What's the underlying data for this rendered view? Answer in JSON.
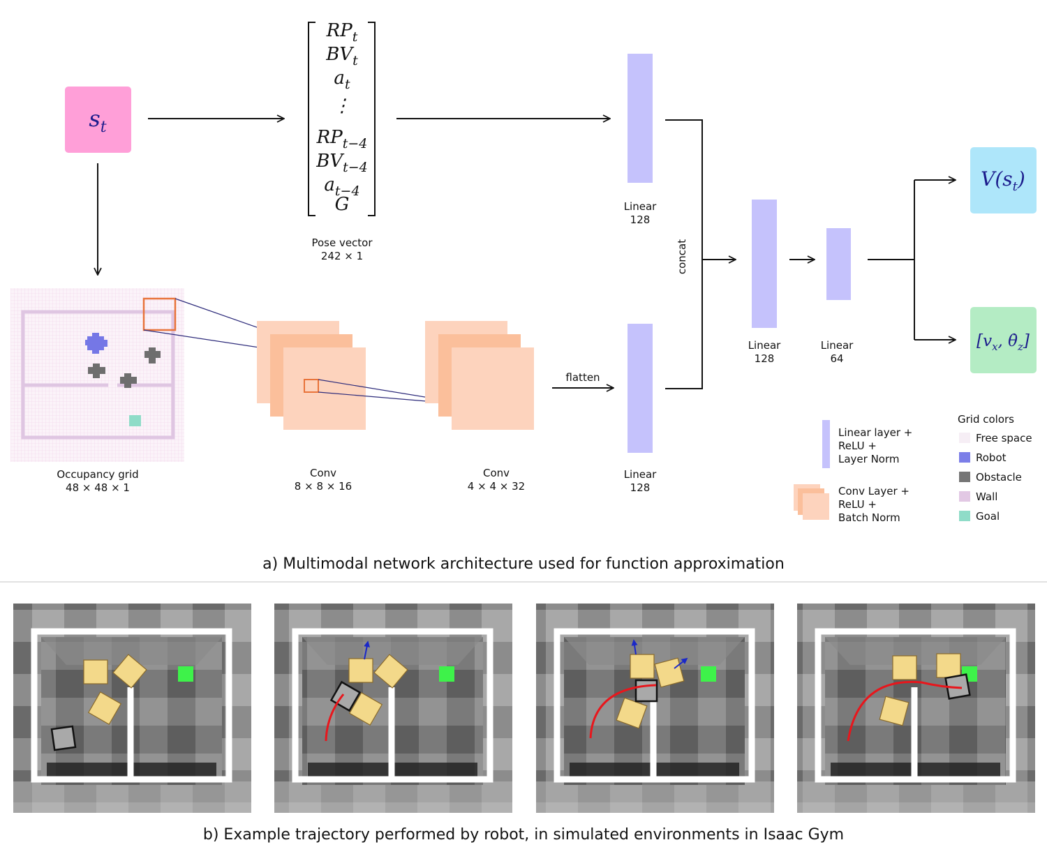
{
  "state_box": {
    "symbol": "s",
    "sub": "t",
    "color": "#ff9fd8"
  },
  "pose_vector": {
    "rows": [
      {
        "main": "RP",
        "sub": "t"
      },
      {
        "main": "BV",
        "sub": "t"
      },
      {
        "main": "a",
        "sub": "t"
      },
      {
        "main": "⋮",
        "sub": ""
      },
      {
        "main": "RP",
        "sub": "t−4"
      },
      {
        "main": "BV",
        "sub": "t−4"
      },
      {
        "main": "a",
        "sub": "t−4"
      },
      {
        "main": "G",
        "sub": ""
      }
    ],
    "label": "Pose vector",
    "dims": "242 × 1"
  },
  "occupancy_grid": {
    "label": "Occupancy grid",
    "dims": "48 × 48 × 1"
  },
  "conv1": {
    "label": "Conv",
    "dims": "8 × 8 × 16"
  },
  "conv2": {
    "label": "Conv",
    "dims": "4 × 4 × 32"
  },
  "flatten_label": "flatten",
  "concat_label": "concat",
  "linear_top": {
    "label": "Linear",
    "dims": "128"
  },
  "linear_bottom": {
    "label": "Linear",
    "dims": "128"
  },
  "linear_mid": {
    "label": "Linear",
    "dims": "128"
  },
  "linear_small": {
    "label": "Linear",
    "dims": "64"
  },
  "output_value": {
    "text": "V(s",
    "sub": "t",
    "close": ")",
    "color": "#aee6fa"
  },
  "output_action": {
    "text": "[v",
    "sub1": "x",
    "sep": ", θ̇",
    "sub2": "z",
    "close": "]",
    "color": "#b4ecc4"
  },
  "legend_layers": {
    "linear": [
      "Linear layer +",
      "ReLU +",
      "Layer Norm"
    ],
    "conv": [
      "Conv Layer +",
      "ReLU +",
      "Batch Norm"
    ]
  },
  "grid_colors": {
    "title": "Grid colors",
    "items": [
      {
        "label": "Free space",
        "color": "#f6eef5"
      },
      {
        "label": "Robot",
        "color": "#7b7ee8"
      },
      {
        "label": "Obstacle",
        "color": "#757575"
      },
      {
        "label": "Wall",
        "color": "#e2c8e4"
      },
      {
        "label": "Goal",
        "color": "#8fdcc8"
      }
    ]
  },
  "colors": {
    "linear": "#c5c2fc",
    "conv": "#fdd3bd",
    "conv_dark": "#fbbf9b",
    "kernel": "#e8733a",
    "proj": "#2c2a7a"
  },
  "caption_a": "a) Multimodal network architecture used for function approximation",
  "caption_b": "b) Example trajectory performed by robot, in simulated environments in Isaac Gym"
}
